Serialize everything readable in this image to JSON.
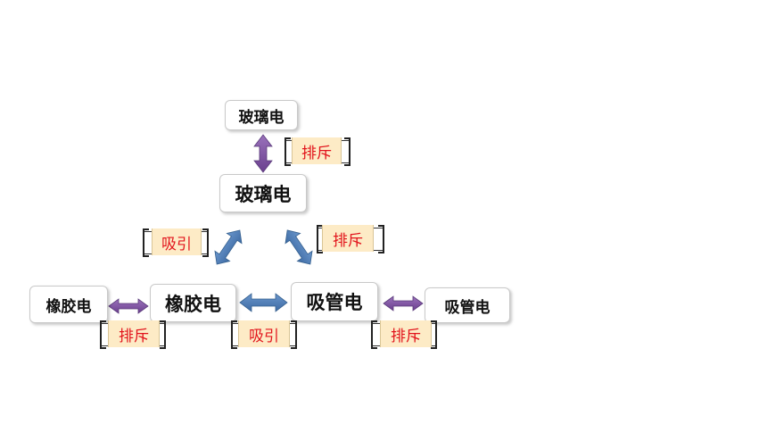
{
  "nodes": {
    "glass_top": "玻璃电",
    "glass_center": "玻璃电",
    "rubber_center": "橡胶电",
    "rubber_left": "橡胶电",
    "straw_center": "吸管电",
    "straw_right": "吸管电"
  },
  "relations": {
    "glass_glass": "排斥",
    "glass_rubber": "吸引",
    "glass_straw": "排斥",
    "rubber_rubber": "排斥",
    "rubber_straw": "吸引",
    "straw_straw": "排斥"
  },
  "colors": {
    "purple_arrow": "#7a4f9c",
    "blue_arrow": "#4a79b3",
    "label_text": "#e2141c",
    "label_fill": "#fdebc6"
  }
}
